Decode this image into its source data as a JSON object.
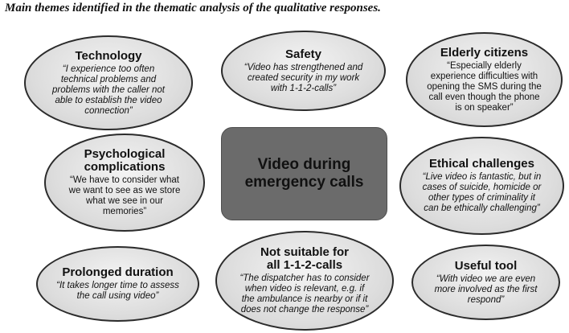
{
  "caption": "Main themes identified in the thematic analysis of the qualitative responses.",
  "center": "Video during emergency calls",
  "themes": {
    "technology": {
      "title": "Technology",
      "quote": "“I experience too often technical problems and problems with the caller not able to establish the video connection”"
    },
    "safety": {
      "title": "Safety",
      "quote": "“Video has strengthened and created security in my work with 1-1-2-calls”"
    },
    "elderly": {
      "title": "Elderly citizens",
      "quote": "“Especially elderly experience difficulties with opening the SMS during the call even though the phone is on speaker”"
    },
    "psychological": {
      "title": "Psychological complications",
      "quote": "“We have to consider what we want to see as we store what we see in our memories”"
    },
    "ethical": {
      "title": "Ethical challenges",
      "quote": "“Live video is fantastic, but in cases of suicide, homicide or other types of criminality it can be ethically challenging”"
    },
    "prolonged": {
      "title": "Prolonged duration",
      "quote": "“It takes longer time to assess the call using video”"
    },
    "not_suitable": {
      "title": "Not suitable for all 1-1-2-calls",
      "quote": "“The dispatcher has to consider when video is relevant, e.g. if the ambulance is nearby or if it does not change the response”"
    },
    "useful": {
      "title": "Useful tool",
      "quote": "“With video we are even more involved as the first respond”"
    }
  }
}
